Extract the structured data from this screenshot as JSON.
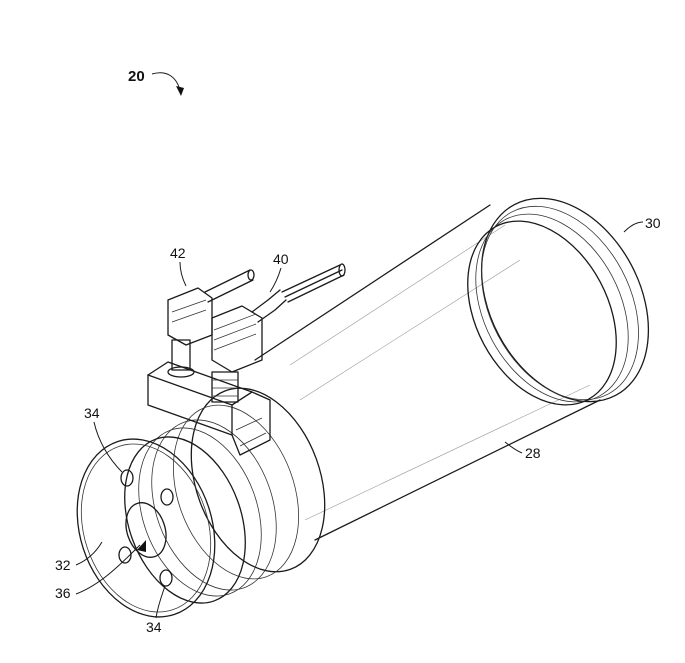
{
  "figure": {
    "labels": {
      "assembly": "20",
      "body": "28",
      "end_cap": "30",
      "end_face": "32",
      "holes_top": "34",
      "holes_bottom": "34",
      "bore": "36",
      "sensor_a": "40",
      "sensor_b": "42"
    }
  }
}
